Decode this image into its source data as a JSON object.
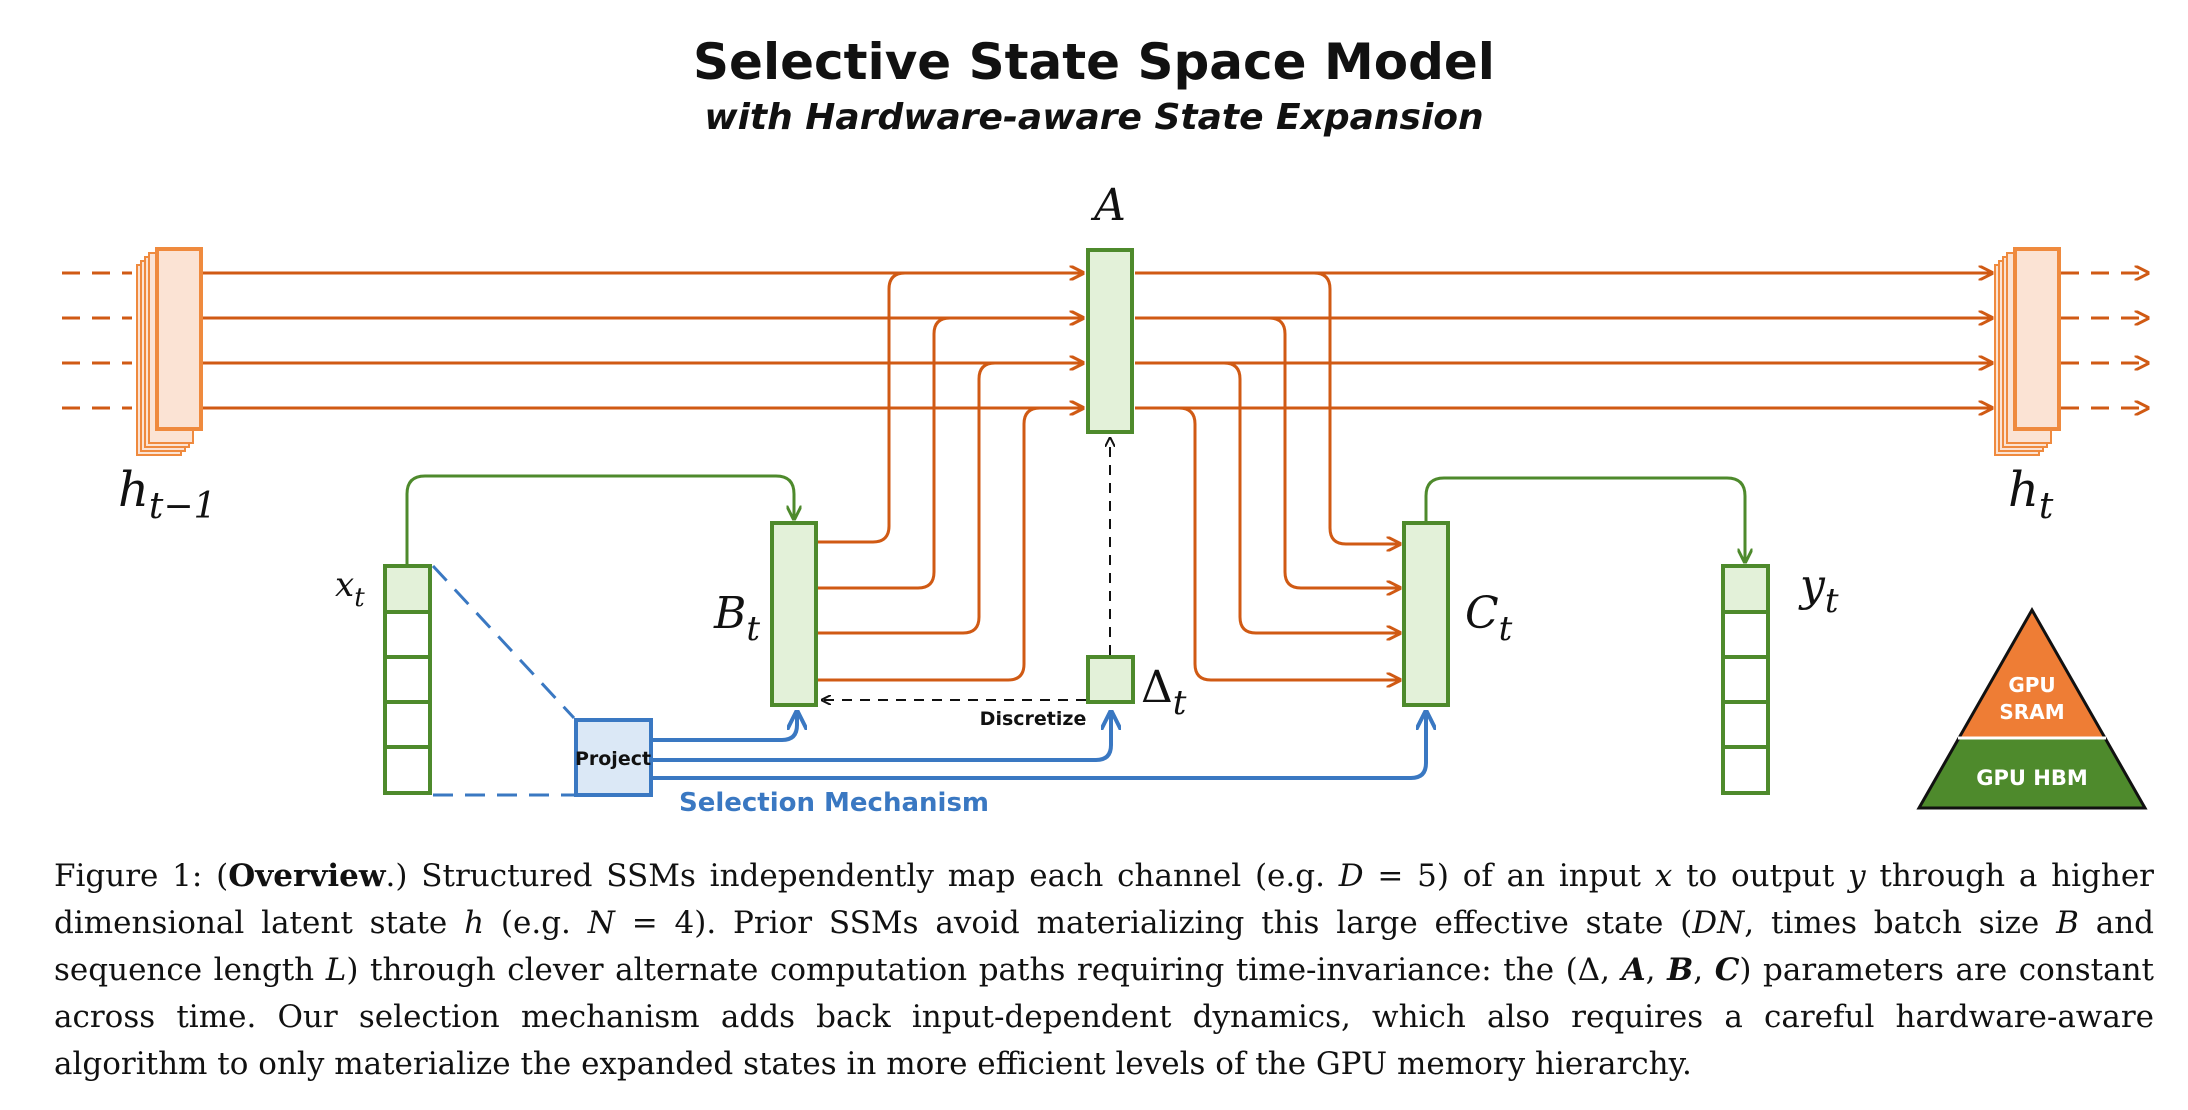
{
  "title": "Selective State Space Model",
  "subtitle": "with Hardware-aware State Expansion",
  "labels": {
    "A": "A",
    "h_prev": "h",
    "h_prev_sub": "t−1",
    "h_next": "h",
    "h_next_sub": "t",
    "x": "x",
    "x_sub": "t",
    "B": "B",
    "B_sub": "t",
    "delta": "Δ",
    "delta_sub": "t",
    "C": "C",
    "C_sub": "t",
    "y": "y",
    "y_sub": "t",
    "project": "Project",
    "discretize": "Discretize",
    "selection": "Selection Mechanism"
  },
  "memory_pyramid": {
    "top": [
      "GPU",
      "SRAM"
    ],
    "bottom": "GPU HBM"
  },
  "colors": {
    "orange": "#d05a14",
    "orange_light": "#fbe3d4",
    "orange_box": "#ef8a3e",
    "green": "#4e8a2c",
    "green_light": "#e3f1d9",
    "blue": "#3a78c2",
    "blue_light": "#dbe8f6",
    "pyramid_top": "#ee7d35",
    "pyramid_bottom": "#4e8a2c"
  },
  "caption": {
    "figure_label": "Figure 1: (",
    "bold": "Overview",
    "p1": ".) Structured SSMs independently map each channel (e.g. ",
    "p1_var": "D",
    "p2": " = 5) of an input ",
    "p2_var": "x",
    "p3": " to output ",
    "p3_var": "y",
    "p4": " through a higher dimensional latent state ",
    "p4_var": "h",
    "p5": " (e.g. ",
    "p5_var": "N",
    "p6": " = 4). Prior SSMs avoid materializing this large effective state (",
    "p6_var": "DN",
    "p7": ", times batch size ",
    "p7_var": "B",
    "p8": " and sequence length ",
    "p8_var": "L",
    "p9": ") through clever alternate computation paths requiring time-invariance: the (Δ, ",
    "p9_A": "A",
    "sep1": ", ",
    "p9_B": "B",
    "sep2": ", ",
    "p9_C": "C",
    "p10": ") parameters are constant across time. Our selection mechanism adds back input-dependent dynamics, which also requires a careful hardware-aware algorithm to only materialize the expanded states in more efficient levels of the GPU memory hierarchy."
  }
}
